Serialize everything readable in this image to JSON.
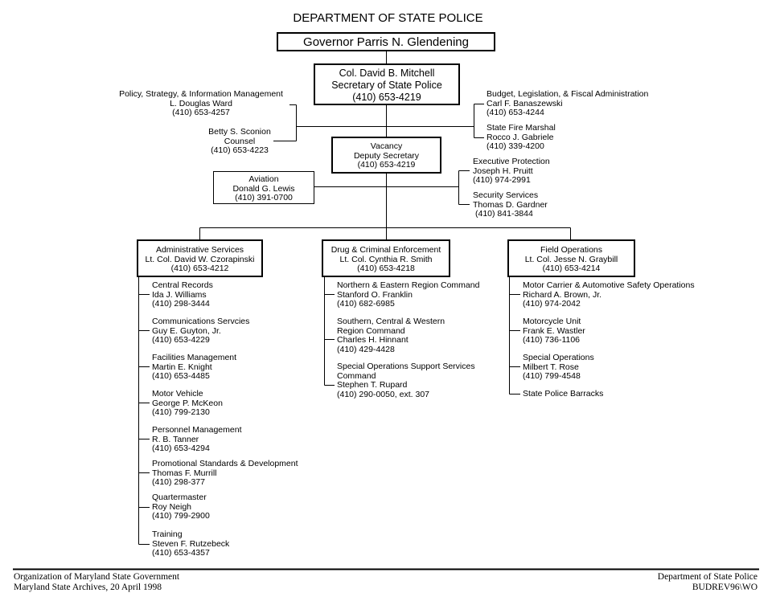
{
  "title": "DEPARTMENT OF STATE POLICE",
  "governor": "Governor Parris N. Glendening",
  "secretary": {
    "name": "Col. David B. Mitchell",
    "title": "Secretary of State Police",
    "phone": "(410) 653-4219"
  },
  "policy": {
    "title": "Policy, Strategy, & Information Management",
    "name": "L. Douglas Ward",
    "phone": "(410) 653-4257"
  },
  "counsel": {
    "name": "Betty S. Sconion",
    "title": "Counsel",
    "phone": "(410) 653-4223"
  },
  "budget": {
    "title": "Budget, Legislation, & Fiscal Administration",
    "name": "Carl F. Banaszewski",
    "phone": "(410) 653-4244"
  },
  "fire_marshal": {
    "title": "State Fire Marshal",
    "name": "Rocco J. Gabriele",
    "phone": "(410) 339-4200"
  },
  "deputy": {
    "name": "Vacancy",
    "title": "Deputy Secretary",
    "phone": "(410) 653-4219"
  },
  "aviation": {
    "title": "Aviation",
    "name": "Donald G. Lewis",
    "phone": "(410) 391-0700"
  },
  "exec_protection": {
    "title": "Executive Protection",
    "name": "Joseph H. Pruitt",
    "phone": "(410) 974-2991"
  },
  "security": {
    "title": "Security Services",
    "name": "Thomas D. Gardner",
    "phone": "(410) 841-3844"
  },
  "admin": {
    "title": "Administrative Services",
    "name": "Lt. Col. David W. Czorapinski",
    "phone": "(410) 653-4212",
    "units": [
      {
        "lines": [
          "Central Records",
          "Ida J. Williams",
          "(410) 298-3444"
        ]
      },
      {
        "lines": [
          "Communications Servcies",
          "Guy E. Guyton, Jr.",
          "(410) 653-4229"
        ]
      },
      {
        "lines": [
          "Facilities Management",
          "Martin E. Knight",
          "(410) 653-4485"
        ]
      },
      {
        "lines": [
          "Motor Vehicle",
          "George P. McKeon",
          "(410) 799-2130"
        ]
      },
      {
        "lines": [
          "Personnel Management",
          "R. B. Tanner",
          "(410) 653-4294"
        ]
      },
      {
        "lines": [
          "Promotional Standards & Development",
          "Thomas F. Murrill",
          "(410) 298-377"
        ]
      },
      {
        "lines": [
          "Quartermaster",
          "Roy Neigh",
          "(410) 799-2900"
        ]
      },
      {
        "lines": [
          "Training",
          "Steven F. Rutzebeck",
          "(410) 653-4357"
        ]
      }
    ]
  },
  "drug": {
    "title": "Drug & Criminal Enforcement",
    "name": "Lt. Col. Cynthia R. Smith",
    "phone": "(410) 653-4218",
    "units": [
      {
        "lines": [
          "Northern & Eastern Region Command",
          "Stanford O. Franklin",
          "(410) 682-6985"
        ]
      },
      {
        "lines": [
          "Southern, Central & Western",
          "Region Command",
          "Charles H. Hinnant",
          "(410) 429-4428"
        ]
      },
      {
        "lines": [
          "Special Operations Support Services",
          "Command",
          "Stephen T. Rupard",
          "(410) 290-0050, ext. 307"
        ]
      }
    ]
  },
  "field": {
    "title": "Field Operations",
    "name": "Lt. Col. Jesse N. Graybill",
    "phone": "(410) 653-4214",
    "units": [
      {
        "lines": [
          "Motor Carrier & Automotive Safety Operations",
          "Richard A. Brown, Jr.",
          "(410) 974-2042"
        ]
      },
      {
        "lines": [
          "Motorcycle Unit",
          "Frank E. Wastler",
          "(410) 736-1106"
        ]
      },
      {
        "lines": [
          "Special Operations",
          "Milbert T. Rose",
          "(410) 799-4548"
        ]
      },
      {
        "lines": [
          "State Police Barracks"
        ]
      }
    ]
  },
  "footer": {
    "left1": "Organization of Maryland State Government",
    "left2": "Maryland State Archives, 20 April 1998",
    "right1": "Department of State Police",
    "right2": "BUDREV96\\WO"
  }
}
